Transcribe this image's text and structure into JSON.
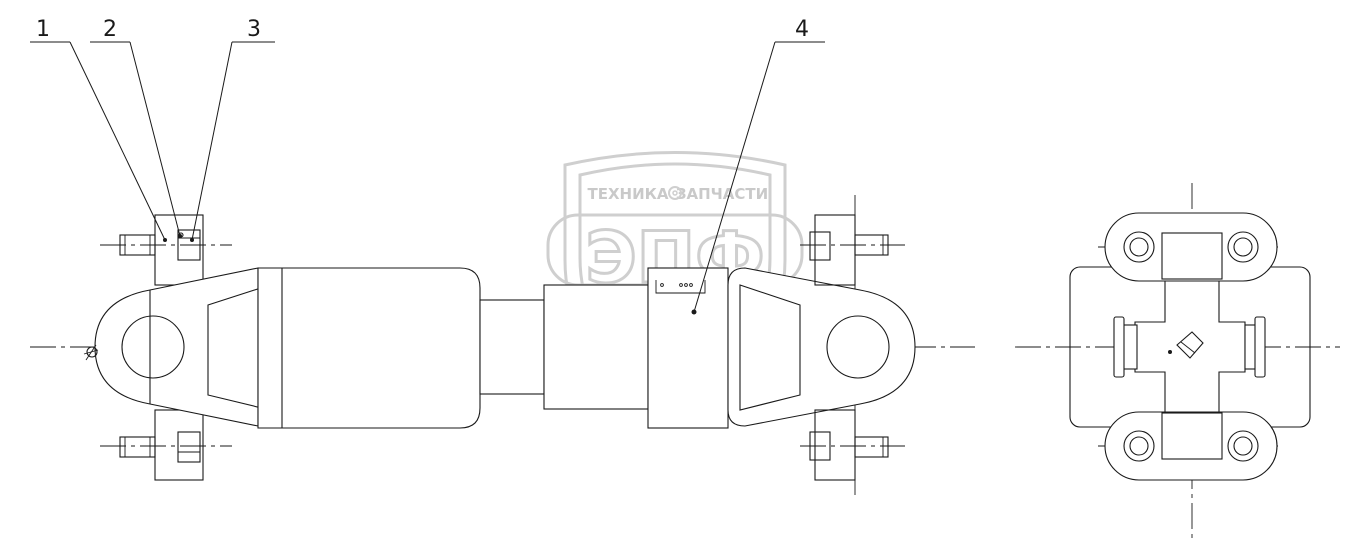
{
  "callouts": [
    {
      "id": "1",
      "label": "1"
    },
    {
      "id": "2",
      "label": "2"
    },
    {
      "id": "3",
      "label": "3"
    },
    {
      "id": "4",
      "label": "4"
    }
  ],
  "watermark": {
    "top_text": "ТЕХНИКА",
    "top_text_right": "ЗАПЧАСТИ",
    "logo_letters": "ЭПФ",
    "color": "#c9c9c9",
    "gear_icon": "gear-icon"
  },
  "colors": {
    "line": "#1a1a1a",
    "background": "#ffffff"
  }
}
